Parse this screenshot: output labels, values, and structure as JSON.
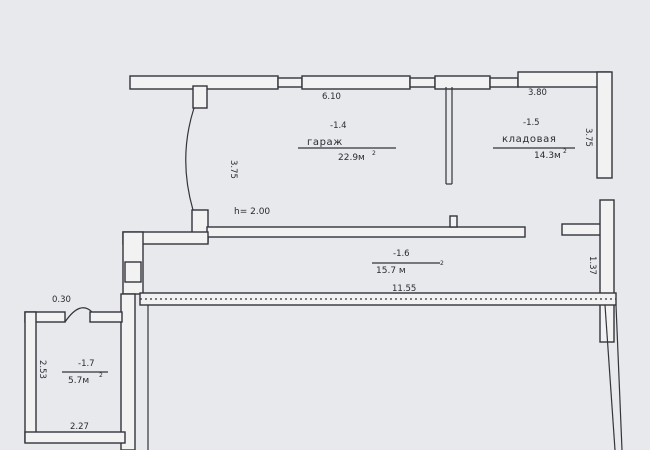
{
  "plan": {
    "dimensions": {
      "top_left_length": "6.10",
      "top_right_length": "3.80",
      "garage_height": "3.75",
      "storage_height": "3.75",
      "ceiling_height": "h= 2.00",
      "corridor_height": "1.37",
      "corridor_length": "11.55",
      "small_room_top": "0.30",
      "small_room_height": "2.53",
      "small_room_bottom": "2.27"
    },
    "rooms": {
      "garage": {
        "number": "-1.4",
        "name": "гараж",
        "area": "22.9м",
        "area_sup": "2"
      },
      "storage": {
        "number": "-1.5",
        "name": "кладовая",
        "area": "14.3м",
        "area_sup": "2"
      },
      "corridor": {
        "number": "-1.6",
        "area": "15.7 м",
        "area_sup": "2"
      },
      "small": {
        "number": "-1.7",
        "area": "5.7м",
        "area_sup": "2"
      }
    }
  }
}
